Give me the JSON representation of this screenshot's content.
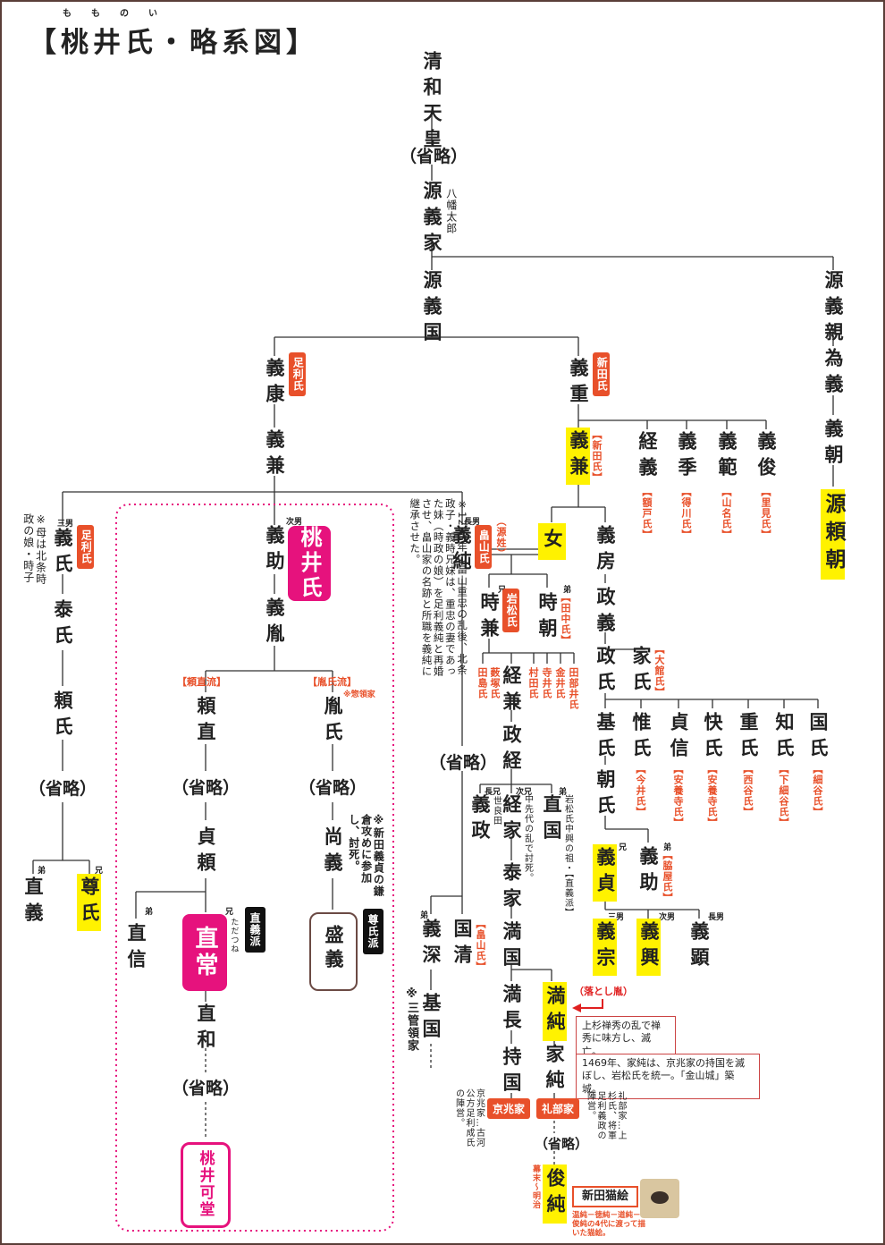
{
  "title": {
    "text": "【桃井氏・略系図】",
    "ruby": "もものい"
  },
  "root": {
    "seiwa": "清和天皇",
    "ryaku": "（省略）",
    "yoshiie": "源義家",
    "hachiman": "八幡太郎",
    "yoshikuni": "源義国"
  },
  "right_line": {
    "yoshichika": "源義親",
    "tameyoshi": "為義",
    "yoshitomo": "義朝",
    "yoritomo": "源頼朝"
  },
  "ashikaga": {
    "yoshiyasu": "義康",
    "tag": "足利氏",
    "yoshikane": "義兼"
  },
  "nitta": {
    "yoshishige": "義重",
    "tag": "新田氏",
    "yoshikane2": "義兼",
    "tag2": "【新田氏】"
  },
  "nitta_sons": [
    {
      "name": "経義",
      "family": "【額戸氏】"
    },
    {
      "name": "義季",
      "family": "【得川氏】"
    },
    {
      "name": "義範",
      "family": "【山名氏】"
    },
    {
      "name": "義俊",
      "family": "【里見氏】"
    }
  ],
  "yoshiuji": {
    "order": "三男",
    "name": "義氏",
    "tag": "足利氏",
    "note": "※母は北条時政の娘・時子",
    "yasuuji": "泰氏",
    "yoriuji": "頼氏",
    "ryaku": "（省略）",
    "tadayoshi": "直義",
    "takauji": "尊氏",
    "otouto": "弟",
    "ani": "兄"
  },
  "momoi": {
    "order": "次男",
    "yoshisuke": "義助",
    "tag": "桃井氏",
    "tanenori": "義胤"
  },
  "yoritada_ryu": {
    "label": "【頼直流】",
    "yoritada": "頼直",
    "ryaku": "（省略）",
    "sadayori": "貞頼",
    "otouto": "弟",
    "tadanobu": "直信",
    "ani": "兄",
    "tadatsune": "直常",
    "ruby": "ただつね",
    "faction": "直義派",
    "tadakazu": "直和",
    "ryaku2": "（省略）",
    "kado": "桃井可堂"
  },
  "taneuji_ryu": {
    "label": "【胤氏流】",
    "sub": "※惣領家",
    "taneuji": "胤氏",
    "ryaku": "（省略）",
    "naoyoshi": "尚義",
    "note": "※新田義貞の鎌倉攻めに参加し、討死。",
    "moriyoshi": "盛義",
    "faction": "尊氏派"
  },
  "hatakeyama": {
    "order": "長男",
    "name": "義純",
    "tag": "畠山氏",
    "note": "※1205年の畠山重忠の乱後、北条政子・義時兄妹は、重忠の妻であった妹（時政の娘）を足利義純と再婚させ、畠山家の名跡と所職を義純に継承させた。",
    "ryaku": "（省略）"
  },
  "iwamatsu": {
    "genshi": "（源姓）",
    "onna": "女",
    "ani": "兄",
    "tokikane": "時兼",
    "tag": "岩松氏",
    "otouto": "弟",
    "tokitomo": "時朝",
    "tanaka": "【田中氏】"
  },
  "iwamatsu_branches": [
    "田島氏",
    "薮塚氏",
    "村田氏",
    "寺井氏",
    "金井氏",
    "田部井氏"
  ],
  "iwamatsu_main": {
    "tsunekane": "経兼",
    "masatsune": "政経",
    "choukei": "長兄",
    "yoshimasa": "義政",
    "seradai": "世良田",
    "jikei": "次兄",
    "tsuneie": "経家",
    "nakasendai": "中先代の乱で討死。",
    "otouto": "弟",
    "tadakuni": "直国",
    "soshi": "岩松氏中興の祖・【直義派】",
    "yasuie": "泰家",
    "mitsukuni": "満国",
    "mitsunaga": "満長",
    "mochikuni": "持国",
    "keichouke": "京兆家",
    "keichou_note": "京兆家…古河公方足利成氏の陣営。",
    "mitsuzumi": "満純",
    "otoshi": "（落とし胤）",
    "note1": "上杉禅秀の乱で禅秀に味方し、滅亡。",
    "ieyoshi": "家純",
    "note2": "1469年、家純は、京兆家の持国を滅ぼし、岩松氏を統一。「金山城」築城。",
    "reibuke": "礼部家",
    "reibu_note": "礼部家…上杉氏、将軍足利義政の陣営。",
    "ryaku": "（省略）",
    "bakumatsu": "幕末〜明治",
    "toshizumi": "俊純",
    "nekoe": "新田猫絵",
    "nekoe_note": "温純－徳純－道純－俊純の4代に渡って描いた猫絵。"
  },
  "hatakeyama_desc": {
    "otouto": "弟",
    "yoshifuka": "義深",
    "kunikiyo": "国清",
    "tag": "【畠山氏】",
    "motokuni": "基国",
    "kanrei": "※三管領家"
  },
  "nitta_main": {
    "yoshifusa": "義房",
    "masayoshi": "政義",
    "masauji": "政氏",
    "ieuji": "家氏",
    "oodate": "【大館氏】"
  },
  "masauji_sons": [
    {
      "name": "基氏",
      "family": ""
    },
    {
      "name": "惟氏",
      "family": "【今井氏】"
    },
    {
      "name": "貞信",
      "family": "【安養寺氏】"
    },
    {
      "name": "快氏",
      "family": "【安養寺氏】"
    },
    {
      "name": "重氏",
      "family": "【西谷氏】"
    },
    {
      "name": "知氏",
      "family": "【下細谷氏】"
    },
    {
      "name": "国氏",
      "family": "【細谷氏】"
    }
  ],
  "yoshisada": {
    "tomouji": "朝氏",
    "ani": "兄",
    "name": "義貞",
    "otouto": "弟",
    "yoshisuke": "義助",
    "wakiya": "【脇屋氏】",
    "sannan": "三男",
    "munetaka": "義宗",
    "jinan": "次男",
    "okiyo": "義興",
    "chounan": "長男",
    "akira": "義顕"
  }
}
